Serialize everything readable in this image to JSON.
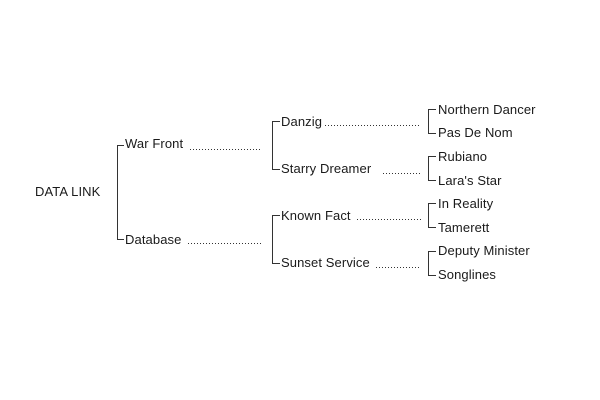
{
  "diagram": {
    "root": "DATA LINK",
    "sire": "War Front",
    "dam": "Database",
    "sire_sire": "Danzig",
    "sire_dam": "Starry Dreamer",
    "dam_sire": "Known Fact",
    "dam_dam": "Sunset Service",
    "g3": [
      "Northern Dancer",
      "Pas De Nom",
      "Rubiano",
      "Lara's Star",
      "In Reality",
      "Tamerett",
      "Deputy Minister",
      "Songlines"
    ]
  },
  "colors": {
    "line": "#333333",
    "text": "#1a1a1a"
  }
}
